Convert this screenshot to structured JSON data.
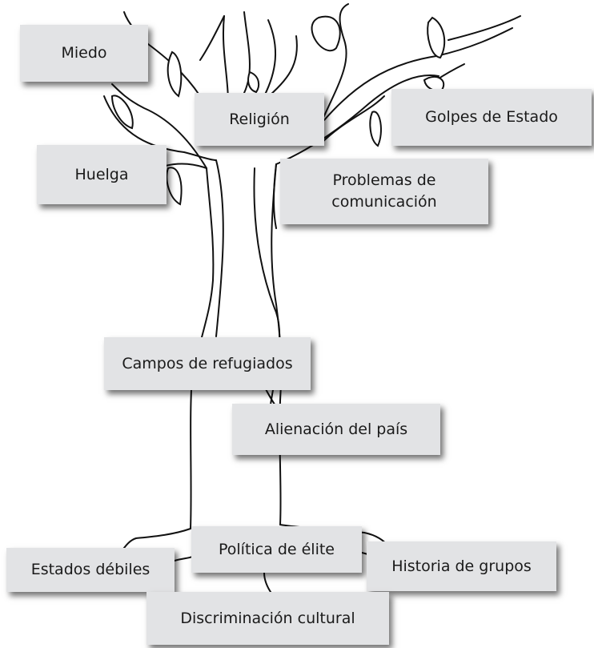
{
  "diagram": {
    "cards": {
      "miedo": "Miedo",
      "religion": "Religión",
      "golpes": "Golpes de Estado",
      "huelga": "Huelga",
      "problemas_line1": "Problemas de",
      "problemas_line2": "comunicación",
      "campos": "Campos de refugiados",
      "alienacion": "Alienación del país",
      "politica": "Política de élite",
      "estados": "Estados débiles",
      "historia": "Historia de grupos",
      "discriminacion": "Discriminación cultural"
    },
    "colors": {
      "card_fill": "#e2e3e5",
      "line": "#111111",
      "background": "#ffffff"
    }
  }
}
